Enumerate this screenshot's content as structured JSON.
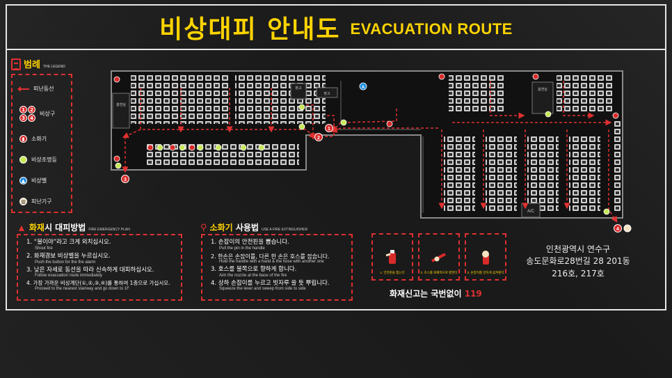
{
  "header": {
    "title_ko": "비상대피 안내도",
    "title_en": "EVACUATION ROUTE"
  },
  "legend": {
    "title": "범례",
    "subtitle": "THE LEGEND",
    "items": [
      {
        "icon": "red-dashed-arrow-icon",
        "label": "피난동선"
      },
      {
        "icon": "numbered-exit-icons",
        "label": "비상구"
      },
      {
        "icon": "fire-extinguisher-icon",
        "label": "소화기"
      },
      {
        "icon": "emergency-light-icon",
        "label": "비상조명등"
      },
      {
        "icon": "emergency-bell-icon",
        "label": "비상벨"
      },
      {
        "icon": "evacuation-equipment-icon",
        "label": "피난기구"
      }
    ],
    "exit_numbers": [
      "1",
      "2",
      "3",
      "4"
    ]
  },
  "plan": {
    "labels": {
      "room_left": "흡연실",
      "room_right": "흡연실",
      "storage": "창고",
      "ac": "A/C",
      "warehouse": "창고"
    },
    "exits": [
      "1",
      "2",
      "3",
      "4"
    ],
    "bell_label": "A",
    "colors": {
      "route": "#e03030",
      "light": "#c8e85a",
      "bell": "#1e8fe0",
      "wall": "#8a8a8a"
    }
  },
  "fire_plan": {
    "title_prefix": "화재",
    "title_rest": "시 대피방법",
    "subtitle": "FIRE EMERGENCY PLAN",
    "steps": [
      {
        "ko": "1. “불이야”라고 크게 외치십시오.",
        "en": "Shout fire"
      },
      {
        "ko": "2. 화재경보 비상벨을 누르십시오.",
        "en": "Push the button for the fire alarm"
      },
      {
        "ko": "3. 낮은 자세로 동선을 따라 신속하게 대피하십시오.",
        "en": "Follow evacuation route immediately"
      },
      {
        "ko": "4. 가장 가까운 비상계단(①,②,③,④)를 통하여 1층으로 가십시오.",
        "en": "Proceed to the nearest stairway and go down to 1F"
      }
    ]
  },
  "extinguisher": {
    "title_prefix": "소화기",
    "title_rest": " 사용법",
    "subtitle": "USE A FIRE EXTINGUISHER",
    "steps": [
      {
        "ko": "1. 손잡이의 안전핀을 뽑습니다.",
        "en": "Pull the pin in the handle"
      },
      {
        "ko": "2. 한손은 손잡이를, 다른 한 손은 호스를 잡습니다.",
        "en": "Hold the handle with a hand & the hose with another one"
      },
      {
        "ko": "3. 호스를 불쪽으로 향하게 합니다.",
        "en": "Aim the nozzle at the base of the fire"
      },
      {
        "ko": "4. 상하 손잡이를 누르고 빗자루 쓸 듯 뿌립니다.",
        "en": "Squeeze the lever and sweep from side to side"
      }
    ],
    "cards": [
      {
        "caption": "1. 안전핀을 뽑는다"
      },
      {
        "caption": "2. 호스를 화재쪽으로 향한다"
      },
      {
        "caption": "3. 손잡이를 강하게 움켜쥔다"
      }
    ]
  },
  "report": {
    "text": "화재신고는 국번없이 ",
    "number": "119"
  },
  "address": {
    "line1": "인천광역시 연수구",
    "line2": "송도문화로28번길 28 201동",
    "line3": "216호, 217호"
  }
}
